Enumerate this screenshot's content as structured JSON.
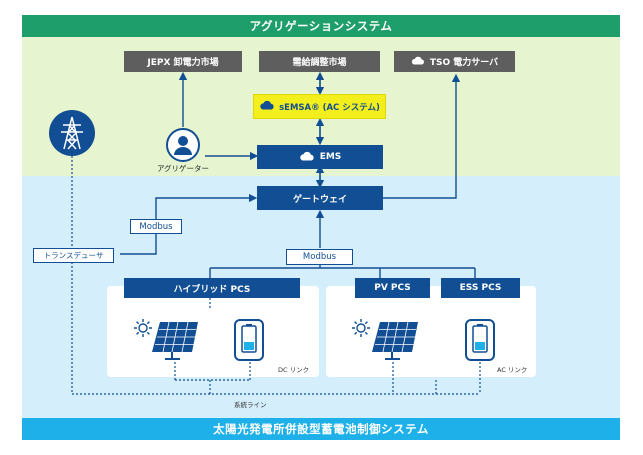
{
  "header": {
    "title": "アグリゲーションシステム"
  },
  "footer": {
    "title": "太陽光発電所併設型蓄電池制御システム"
  },
  "aggregation": {
    "jepx_label": "JEPX 卸電力市場",
    "demand_market_label": "需給調整市場",
    "tso_label": "TSO 電力サーバ",
    "semsa_label": "sEMSA® (AC システム)",
    "aggregator_label": "アグリゲーター",
    "ems_label": "EMS"
  },
  "system": {
    "gateway_label": "ゲートウェイ",
    "modbus_left_label": "Modbus",
    "modbus_center_label": "Modbus",
    "transducer_label": "トランスデューサ",
    "hybrid_pcs_label": "ハイブリッド PCS",
    "pv_pcs_label": "PV PCS",
    "ess_pcs_label": "ESS PCS",
    "dc_link_label": "DC リンク",
    "ac_link_label": "AC リンク",
    "grid_line_label": "系統ライン"
  },
  "icons": [
    "cloud-icon",
    "person-icon",
    "transmission-tower-icon",
    "sun-icon",
    "solar-panel-icon",
    "battery-icon"
  ],
  "colors": {
    "header_green": "#1e9e6a",
    "aggregation_bg": "#e6f5cf",
    "system_bg": "#d4effb",
    "footer_blue": "#1eb0e8",
    "box_blue": "#114e93",
    "box_gray": "#5e5e5e",
    "semsa_yellow": "#f3ef1c"
  }
}
